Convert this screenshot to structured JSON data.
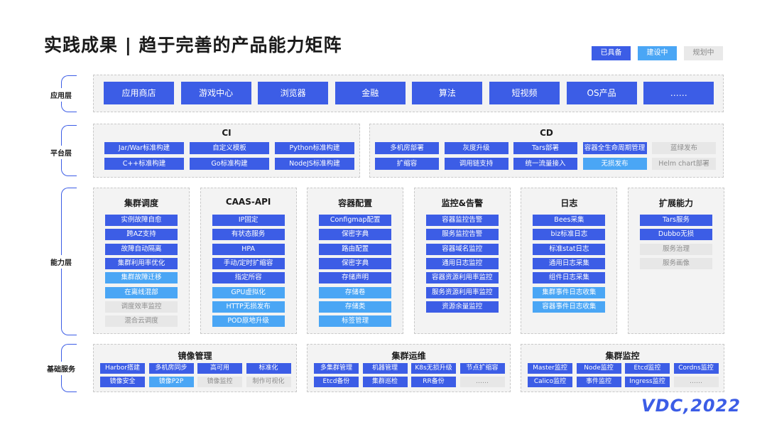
{
  "title": "实践成果 | 趋于完善的产品能力矩阵",
  "legend": {
    "built": "已具备",
    "building": "建设中",
    "planned": "规划中"
  },
  "layers": {
    "app": "应用层",
    "platform": "平台层",
    "capability": "能力层",
    "base": "基础服务"
  },
  "app_items": [
    "应用商店",
    "游戏中心",
    "浏览器",
    "金融",
    "算法",
    "短视频",
    "OS产品",
    "……"
  ],
  "ci": {
    "title": "CI",
    "items": [
      {
        "label": "Jar/War标准构建",
        "s": "built"
      },
      {
        "label": "自定义模板",
        "s": "built"
      },
      {
        "label": "Python标准构建",
        "s": "built"
      },
      {
        "label": "C++标准构建",
        "s": "built"
      },
      {
        "label": "Go标准构建",
        "s": "built"
      },
      {
        "label": "NodeJS标准构建",
        "s": "built"
      }
    ]
  },
  "cd": {
    "title": "CD",
    "items": [
      {
        "label": "多机房部署",
        "s": "built"
      },
      {
        "label": "灰度升级",
        "s": "built"
      },
      {
        "label": "Tars部署",
        "s": "built"
      },
      {
        "label": "容器全生命周期管理",
        "s": "built"
      },
      {
        "label": "蓝绿发布",
        "s": "plan"
      },
      {
        "label": "扩缩容",
        "s": "built"
      },
      {
        "label": "调用链支持",
        "s": "built"
      },
      {
        "label": "统一流量接入",
        "s": "built"
      },
      {
        "label": "无损发布",
        "s": "building"
      },
      {
        "label": "Helm chart部署",
        "s": "plan"
      }
    ]
  },
  "capability": [
    {
      "title": "集群调度",
      "items": [
        {
          "label": "实例故障自愈",
          "s": "built"
        },
        {
          "label": "跨AZ支持",
          "s": "built"
        },
        {
          "label": "故障自动隔离",
          "s": "built"
        },
        {
          "label": "集群利用率优化",
          "s": "built"
        },
        {
          "label": "集群故障迁移",
          "s": "building"
        },
        {
          "label": "在离线混部",
          "s": "building"
        },
        {
          "label": "调度效率监控",
          "s": "plan"
        },
        {
          "label": "混合云调度",
          "s": "plan"
        }
      ]
    },
    {
      "title": "CAAS-API",
      "items": [
        {
          "label": "IP固定",
          "s": "built"
        },
        {
          "label": "有状态服务",
          "s": "built"
        },
        {
          "label": "HPA",
          "s": "built"
        },
        {
          "label": "手动/定时扩缩容",
          "s": "built"
        },
        {
          "label": "指定所容",
          "s": "built"
        },
        {
          "label": "GPU虚拟化",
          "s": "building"
        },
        {
          "label": "HTTP无损发布",
          "s": "building"
        },
        {
          "label": "POD原地升级",
          "s": "building"
        }
      ]
    },
    {
      "title": "容器配置",
      "items": [
        {
          "label": "Configmap配置",
          "s": "built"
        },
        {
          "label": "保密字典",
          "s": "built"
        },
        {
          "label": "路由配置",
          "s": "built"
        },
        {
          "label": "保密字典",
          "s": "built"
        },
        {
          "label": "存储声明",
          "s": "built"
        },
        {
          "label": "存储卷",
          "s": "building"
        },
        {
          "label": "存储类",
          "s": "building"
        },
        {
          "label": "标签管理",
          "s": "building"
        }
      ]
    },
    {
      "title": "监控&告警",
      "items": [
        {
          "label": "容器监控告警",
          "s": "built"
        },
        {
          "label": "服务监控告警",
          "s": "built"
        },
        {
          "label": "容器域名监控",
          "s": "built"
        },
        {
          "label": "通用日志监控",
          "s": "built"
        },
        {
          "label": "容器资源利用率监控",
          "s": "built"
        },
        {
          "label": "服务资源利用率监控",
          "s": "built"
        },
        {
          "label": "资源余量监控",
          "s": "built"
        }
      ]
    },
    {
      "title": "日志",
      "items": [
        {
          "label": "Bees采集",
          "s": "built"
        },
        {
          "label": "biz标准日志",
          "s": "built"
        },
        {
          "label": "标准stat日志",
          "s": "built"
        },
        {
          "label": "通用日志采集",
          "s": "built"
        },
        {
          "label": "组件日志采集",
          "s": "built"
        },
        {
          "label": "集群事件日志收集",
          "s": "building"
        },
        {
          "label": "容器事件日志收集",
          "s": "building"
        }
      ]
    },
    {
      "title": "扩展能力",
      "items": [
        {
          "label": "Tars服务",
          "s": "built"
        },
        {
          "label": "Dubbo无损",
          "s": "built"
        },
        {
          "label": "服务治理",
          "s": "plan"
        },
        {
          "label": "服务画像",
          "s": "plan"
        }
      ]
    }
  ],
  "base": [
    {
      "title": "镜像管理",
      "items": [
        {
          "label": "Harbor搭建",
          "s": "built"
        },
        {
          "label": "多机房同步",
          "s": "built"
        },
        {
          "label": "高可用",
          "s": "built"
        },
        {
          "label": "标准化",
          "s": "built"
        },
        {
          "label": "镜像安全",
          "s": "built"
        },
        {
          "label": "镜像P2P",
          "s": "building"
        },
        {
          "label": "镜像监控",
          "s": "plan"
        },
        {
          "label": "制作可视化",
          "s": "plan"
        }
      ]
    },
    {
      "title": "集群运维",
      "items": [
        {
          "label": "多集群管理",
          "s": "built"
        },
        {
          "label": "机器管理",
          "s": "built"
        },
        {
          "label": "K8s无损升级",
          "s": "built"
        },
        {
          "label": "节点扩缩容",
          "s": "built"
        },
        {
          "label": "Etcd备份",
          "s": "built"
        },
        {
          "label": "集群巡检",
          "s": "built"
        },
        {
          "label": "RR备份",
          "s": "built"
        },
        {
          "label": "……",
          "s": "plan"
        }
      ]
    },
    {
      "title": "集群监控",
      "items": [
        {
          "label": "Master监控",
          "s": "built"
        },
        {
          "label": "Node监控",
          "s": "built"
        },
        {
          "label": "Etcd监控",
          "s": "built"
        },
        {
          "label": "Cordns监控",
          "s": "built"
        },
        {
          "label": "Calico监控",
          "s": "built"
        },
        {
          "label": "事件监控",
          "s": "built"
        },
        {
          "label": "Ingress监控",
          "s": "built"
        },
        {
          "label": "……",
          "s": "plan"
        }
      ]
    }
  ],
  "logo": "VDC,2022"
}
